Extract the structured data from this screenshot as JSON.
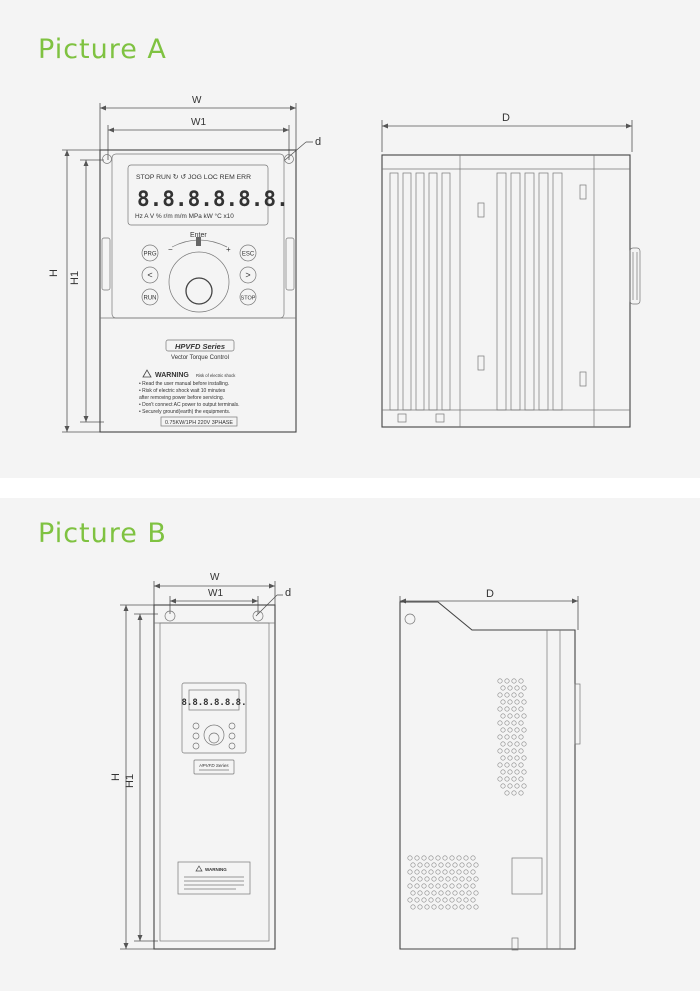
{
  "pictureA": {
    "title": "Picture  A",
    "dims": {
      "W": "W",
      "W1": "W1",
      "d": "d",
      "H": "H",
      "H1": "H1",
      "D": "D"
    },
    "display": {
      "status_row": "STOP RUN ↻ ↺ JOG LOC REM ERR",
      "digits": "8.8.8.8.8.8.",
      "unit_row": "Hz A V % r/m m/m MPa kW °C x10"
    },
    "keypad": {
      "enter": "Enter",
      "minus": "−",
      "plus": "+",
      "prg": "PRG",
      "esc": "ESC",
      "run": "RUN",
      "stop": "STOP",
      "left": "<",
      "right": ">"
    },
    "label": {
      "series": "HPVFD Series",
      "subtitle": "Vector Torque Control",
      "warning": "WARNING",
      "warning_note": "Risk of electric shock",
      "lines": [
        "• Read the user manual before installing.",
        "• Risk of electric shock wait 10 minutes",
        "  after removing power before servicing.",
        "• Don't connect AC power to output terminals.",
        "• Securely ground(earth) the equipments."
      ],
      "rating": "0.75KW/1PH 220V 3PHASE"
    }
  },
  "pictureB": {
    "title": "Picture  B",
    "dims": {
      "W": "W",
      "W1": "W1",
      "d": "d",
      "H": "H",
      "H1": "H1",
      "D": "D"
    },
    "display": {
      "digits": "8.8.8.8.8.8."
    },
    "label": {
      "series": "HPVFD Series",
      "warning": "WARNING"
    }
  }
}
